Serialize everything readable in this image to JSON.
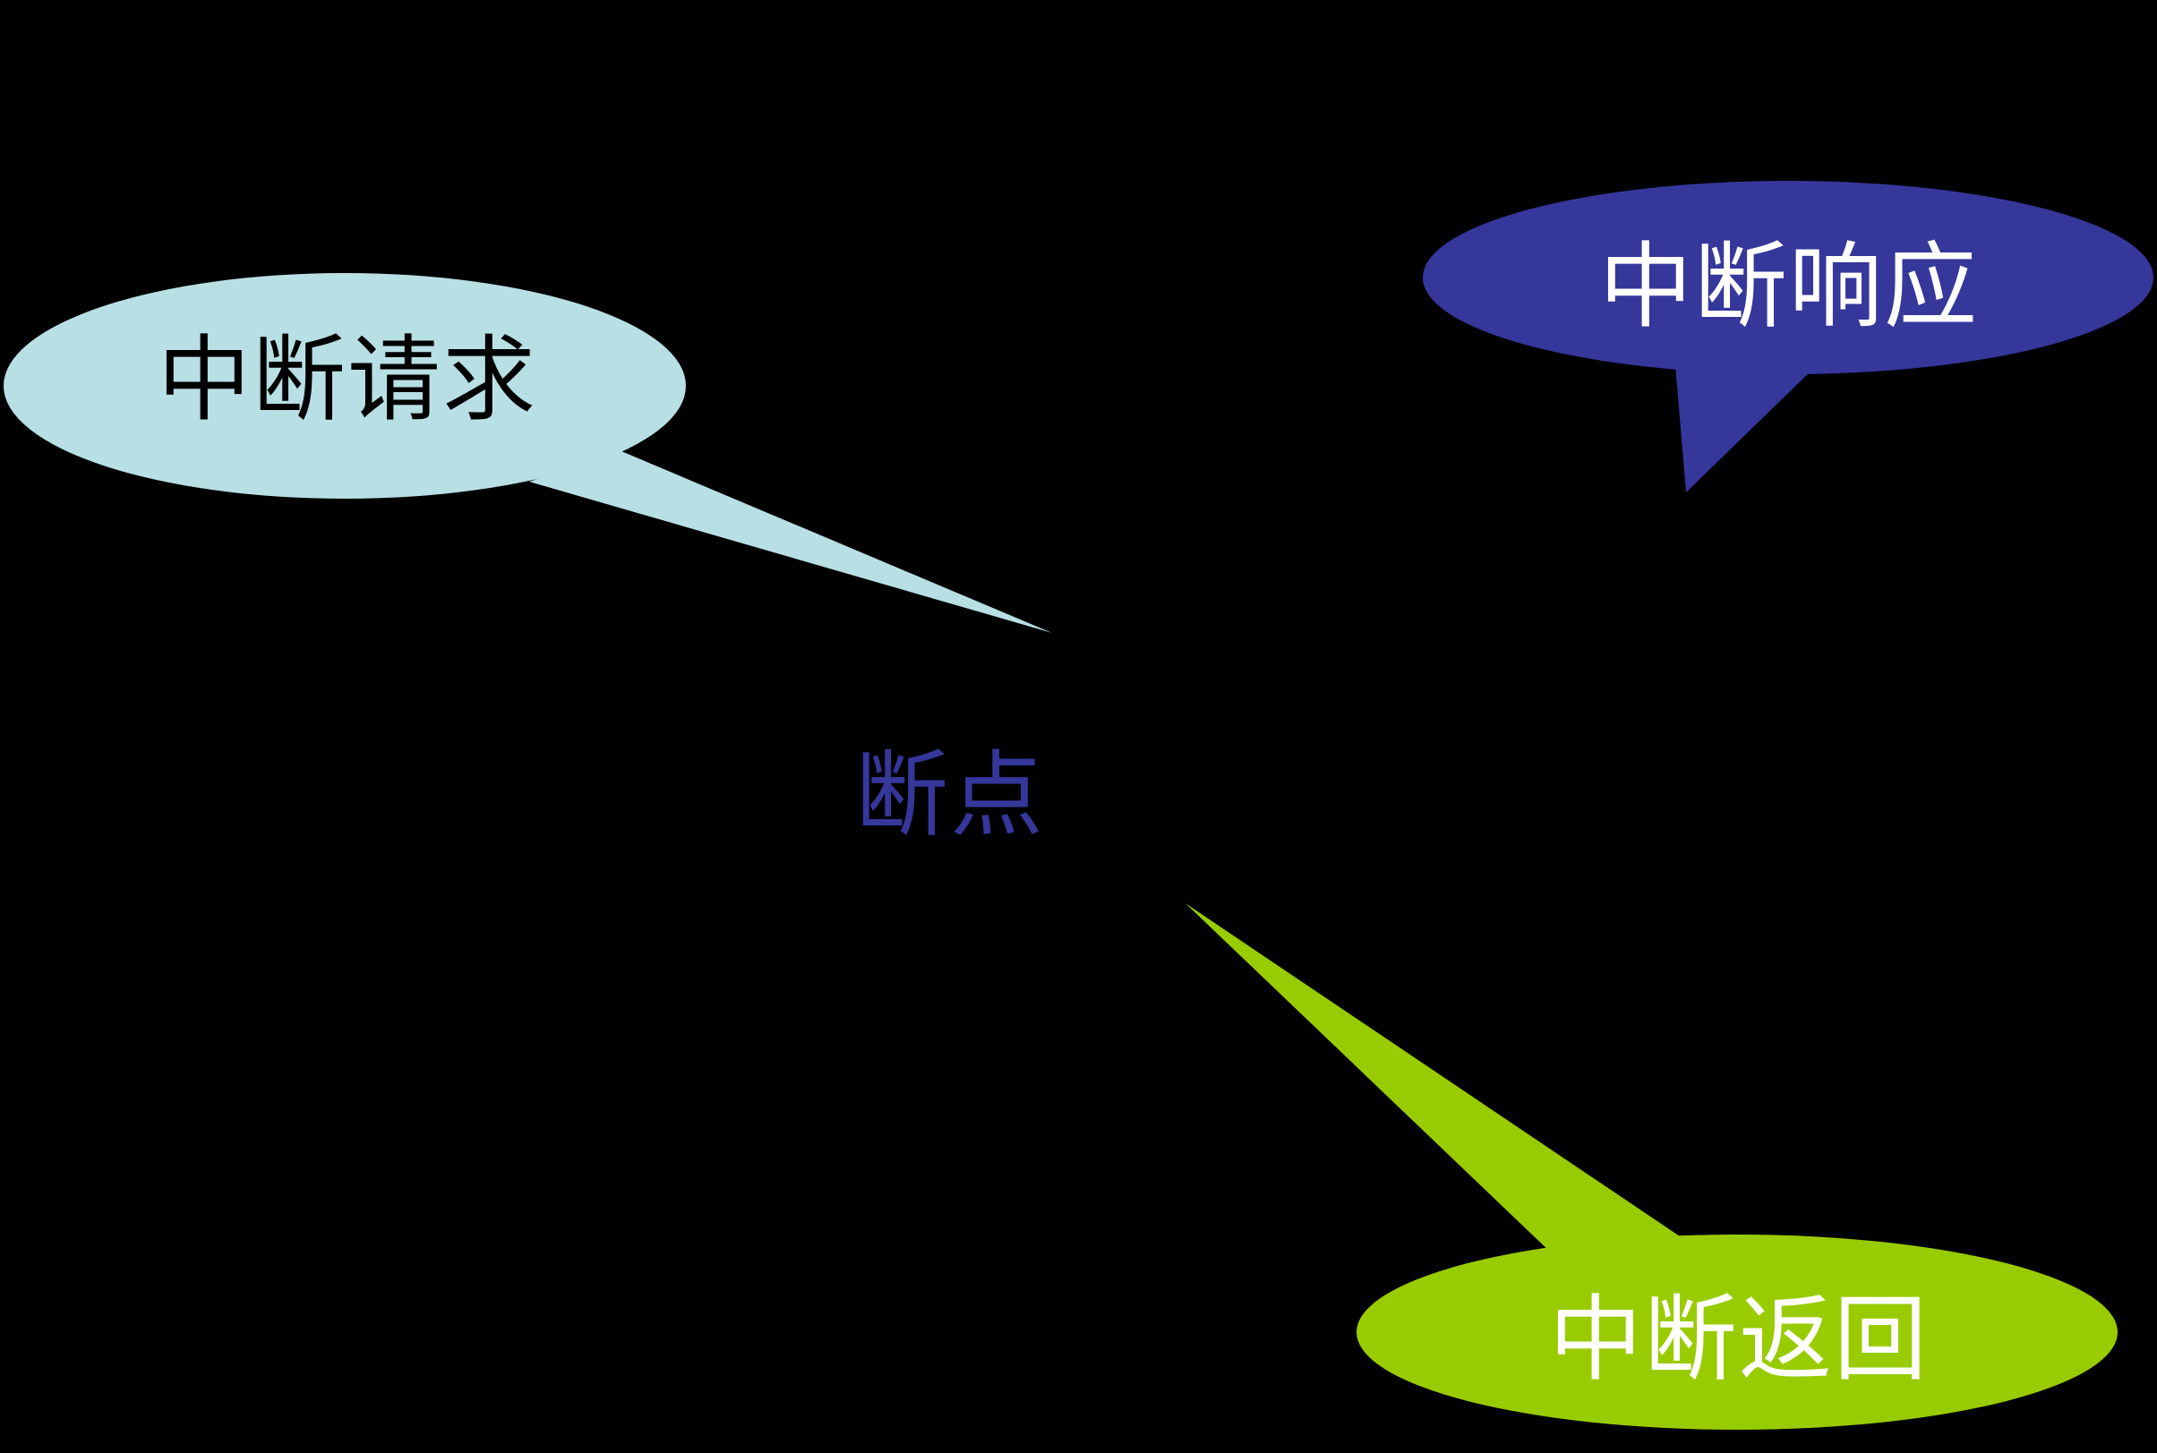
{
  "diagram": {
    "background": "#000000",
    "center_label": {
      "text": "断点",
      "color": "#35379a"
    },
    "callouts": [
      {
        "id": "request",
        "text": "中断请求",
        "fill": "#b8e0e4",
        "text_color": "#000000"
      },
      {
        "id": "response",
        "text": "中断响应",
        "fill": "#35379a",
        "text_color": "#ffffff"
      },
      {
        "id": "return",
        "text": "中断返回",
        "fill": "#99cc00",
        "text_color": "#ffffff"
      }
    ]
  }
}
